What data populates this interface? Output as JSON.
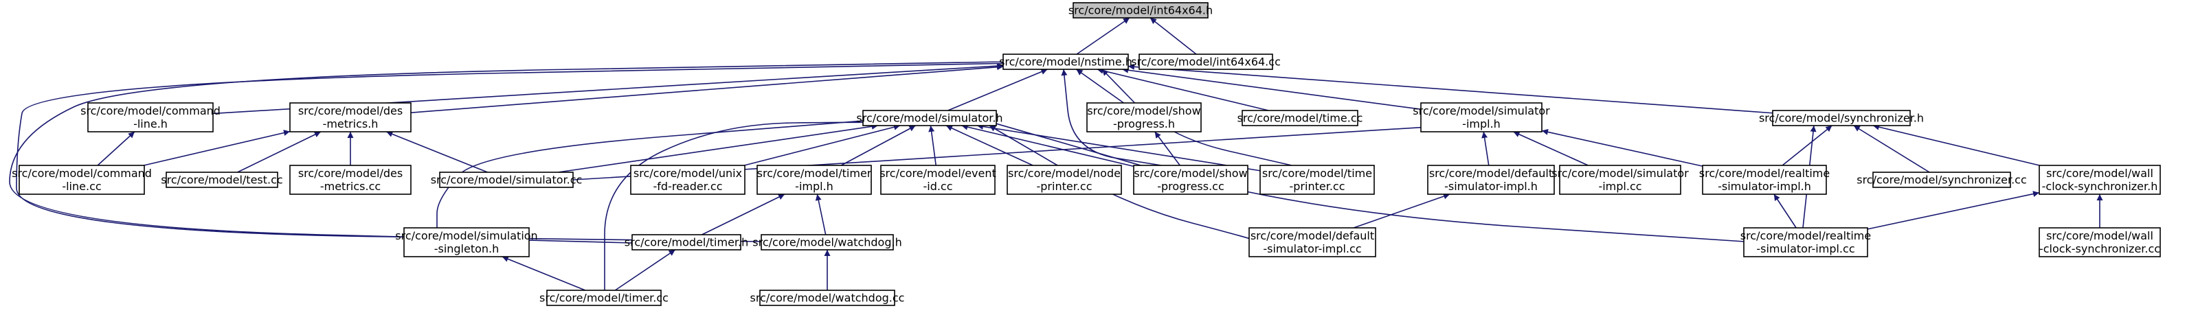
{
  "graph": {
    "nodes": [
      {
        "id": "int64x64_h",
        "lines": [
          "src/core/model/int64x64.h"
        ],
        "root": true
      },
      {
        "id": "nstime_h",
        "lines": [
          "src/core/model/nstime.h"
        ]
      },
      {
        "id": "int64x64_cc",
        "lines": [
          "src/core/model/int64x64.cc"
        ]
      },
      {
        "id": "command_line_h",
        "lines": [
          "src/core/model/command",
          "-line.h"
        ]
      },
      {
        "id": "des_metrics_h",
        "lines": [
          "src/core/model/des",
          "-metrics.h"
        ]
      },
      {
        "id": "simulator_h",
        "lines": [
          "src/core/model/simulator.h"
        ]
      },
      {
        "id": "show_progress_h",
        "lines": [
          "src/core/model/show",
          "-progress.h"
        ]
      },
      {
        "id": "time_cc",
        "lines": [
          "src/core/model/time.cc"
        ]
      },
      {
        "id": "simulator_impl_h",
        "lines": [
          "src/core/model/simulator",
          "-impl.h"
        ]
      },
      {
        "id": "synchronizer_h",
        "lines": [
          "src/core/model/synchronizer.h"
        ]
      },
      {
        "id": "command_line_cc",
        "lines": [
          "src/core/model/command",
          "-line.cc"
        ]
      },
      {
        "id": "test_cc",
        "lines": [
          "src/core/model/test.cc"
        ]
      },
      {
        "id": "des_metrics_cc",
        "lines": [
          "src/core/model/des",
          "-metrics.cc"
        ]
      },
      {
        "id": "simulator_cc",
        "lines": [
          "src/core/model/simulator.cc"
        ]
      },
      {
        "id": "unix_fd_reader_cc",
        "lines": [
          "src/core/model/unix",
          "-fd-reader.cc"
        ]
      },
      {
        "id": "timer_impl_h",
        "lines": [
          "src/core/model/timer",
          "-impl.h"
        ]
      },
      {
        "id": "event_id_cc",
        "lines": [
          "src/core/model/event",
          "-id.cc"
        ]
      },
      {
        "id": "node_printer_cc",
        "lines": [
          "src/core/model/node",
          "-printer.cc"
        ]
      },
      {
        "id": "show_progress_cc",
        "lines": [
          "src/core/model/show",
          "-progress.cc"
        ]
      },
      {
        "id": "time_printer_cc",
        "lines": [
          "src/core/model/time",
          "-printer.cc"
        ]
      },
      {
        "id": "default_simulator_impl_h",
        "lines": [
          "src/core/model/default",
          "-simulator-impl.h"
        ]
      },
      {
        "id": "simulator_impl_cc",
        "lines": [
          "src/core/model/simulator",
          "-impl.cc"
        ]
      },
      {
        "id": "realtime_simulator_impl_h",
        "lines": [
          "src/core/model/realtime",
          "-simulator-impl.h"
        ]
      },
      {
        "id": "synchronizer_cc",
        "lines": [
          "src/core/model/synchronizer.cc"
        ]
      },
      {
        "id": "wall_clock_synchronizer_h",
        "lines": [
          "src/core/model/wall",
          "-clock-synchronizer.h"
        ]
      },
      {
        "id": "simulation_singleton_h",
        "lines": [
          "src/core/model/simulation",
          "-singleton.h"
        ]
      },
      {
        "id": "timer_h",
        "lines": [
          "src/core/model/timer.h"
        ]
      },
      {
        "id": "watchdog_h",
        "lines": [
          "src/core/model/watchdog.h"
        ]
      },
      {
        "id": "default_simulator_impl_cc",
        "lines": [
          "src/core/model/default",
          "-simulator-impl.cc"
        ]
      },
      {
        "id": "realtime_simulator_impl_cc",
        "lines": [
          "src/core/model/realtime",
          "-simulator-impl.cc"
        ]
      },
      {
        "id": "wall_clock_synchronizer_cc",
        "lines": [
          "src/core/model/wall",
          "-clock-synchronizer.cc"
        ]
      },
      {
        "id": "timer_cc",
        "lines": [
          "src/core/model/timer.cc"
        ]
      },
      {
        "id": "watchdog_cc",
        "lines": [
          "src/core/model/watchdog.cc"
        ]
      }
    ],
    "edges": [
      [
        "int64x64_h",
        "nstime_h"
      ],
      [
        "int64x64_h",
        "int64x64_cc"
      ],
      [
        "nstime_h",
        "command_line_h"
      ],
      [
        "nstime_h",
        "des_metrics_h"
      ],
      [
        "nstime_h",
        "simulator_h"
      ],
      [
        "nstime_h",
        "show_progress_h"
      ],
      [
        "nstime_h",
        "time_cc"
      ],
      [
        "nstime_h",
        "simulator_impl_h"
      ],
      [
        "nstime_h",
        "synchronizer_h"
      ],
      [
        "nstime_h",
        "show_progress_cc"
      ],
      [
        "nstime_h",
        "time_printer_cc"
      ],
      [
        "nstime_h",
        "timer_h"
      ],
      [
        "nstime_h",
        "watchdog_h"
      ],
      [
        "command_line_h",
        "command_line_cc"
      ],
      [
        "des_metrics_h",
        "command_line_cc"
      ],
      [
        "des_metrics_h",
        "test_cc"
      ],
      [
        "des_metrics_h",
        "des_metrics_cc"
      ],
      [
        "des_metrics_h",
        "simulator_cc"
      ],
      [
        "simulator_h",
        "simulator_cc"
      ],
      [
        "simulator_h",
        "unix_fd_reader_cc"
      ],
      [
        "simulator_h",
        "timer_impl_h"
      ],
      [
        "simulator_h",
        "event_id_cc"
      ],
      [
        "simulator_h",
        "node_printer_cc"
      ],
      [
        "simulator_h",
        "show_progress_cc"
      ],
      [
        "simulator_h",
        "time_printer_cc"
      ],
      [
        "simulator_h",
        "default_simulator_impl_cc"
      ],
      [
        "simulator_h",
        "realtime_simulator_impl_cc"
      ],
      [
        "simulator_h",
        "simulation_singleton_h"
      ],
      [
        "simulator_h",
        "timer_cc"
      ],
      [
        "show_progress_h",
        "show_progress_cc"
      ],
      [
        "simulator_impl_h",
        "simulator_cc"
      ],
      [
        "simulator_impl_h",
        "default_simulator_impl_h"
      ],
      [
        "simulator_impl_h",
        "simulator_impl_cc"
      ],
      [
        "simulator_impl_h",
        "realtime_simulator_impl_h"
      ],
      [
        "synchronizer_h",
        "realtime_simulator_impl_h"
      ],
      [
        "synchronizer_h",
        "synchronizer_cc"
      ],
      [
        "synchronizer_h",
        "wall_clock_synchronizer_h"
      ],
      [
        "synchronizer_h",
        "realtime_simulator_impl_cc"
      ],
      [
        "timer_impl_h",
        "timer_h"
      ],
      [
        "timer_impl_h",
        "watchdog_h"
      ],
      [
        "default_simulator_impl_h",
        "default_simulator_impl_cc"
      ],
      [
        "realtime_simulator_impl_h",
        "realtime_simulator_impl_cc"
      ],
      [
        "wall_clock_synchronizer_h",
        "realtime_simulator_impl_cc"
      ],
      [
        "wall_clock_synchronizer_h",
        "wall_clock_synchronizer_cc"
      ],
      [
        "simulation_singleton_h",
        "timer_cc"
      ],
      [
        "timer_h",
        "timer_cc"
      ],
      [
        "watchdog_h",
        "watchdog_cc"
      ]
    ]
  },
  "colors": {
    "edge": "#191970",
    "root_fill": "#bfbfbf",
    "node_fill": "#ffffff",
    "node_stroke": "#000000"
  }
}
